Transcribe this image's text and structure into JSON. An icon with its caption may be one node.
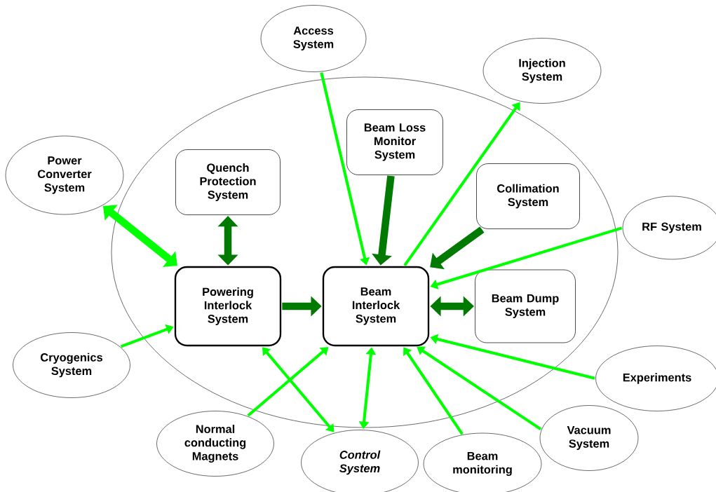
{
  "diagram": {
    "nodes": [
      {
        "text": [],
        "shape": "circle"
      },
      {
        "text": [
          "Access System"
        ]
      },
      {
        "text": [
          "Injection System"
        ]
      },
      {
        "text": [
          "Beam Loss Monitor System"
        ],
        "in": 0
      },
      {
        "text": [
          "Power Converter System"
        ]
      },
      {
        "text": [
          "Quench Protection System"
        ],
        "in": 0
      },
      {
        "text": [
          "Collimation System"
        ],
        "in": 0
      },
      {
        "text": [
          "RF System"
        ]
      },
      {
        "text": [
          "Powering Interlock System"
        ],
        "in": 0
      },
      {
        "text": [
          "Beam Interlock System"
        ],
        "in": 0
      },
      {
        "text": [
          "Beam Dump System"
        ],
        "in": 0
      },
      {
        "text": [
          "Cryogenics System"
        ]
      },
      {
        "text": [
          "Experiments"
        ]
      },
      {
        "text": [
          "Normal conducting Magnets"
        ]
      },
      {
        "text": [
          "Control System"
        ]
      },
      {
        "text": [
          "Vacuum System"
        ]
      },
      {
        "text": [
          "Beam monitoring"
        ]
      }
    ],
    "edges": [
      {
        "from": 4,
        "to": 8,
        "arrow": "both",
        "style": "thick"
      },
      {
        "from": 5,
        "to": 8,
        "arrow": "both",
        "style": "thick",
        "color": "#007a00"
      },
      {
        "from": 8,
        "to": 9,
        "arrow": "to",
        "style": "thick",
        "color": "#007a00"
      },
      {
        "from": 1,
        "to": 9,
        "arrow": "to"
      },
      {
        "from": 3,
        "to": 9,
        "arrow": "to",
        "style": "thick",
        "color": "#007a00"
      },
      {
        "from": 9,
        "to": 2,
        "arrow": "to"
      },
      {
        "from": 6,
        "to": 9,
        "arrow": "to",
        "style": "thick",
        "color": "#007a00"
      },
      {
        "from": 7,
        "to": 9,
        "arrow": "to"
      },
      {
        "from": 9,
        "to": 10,
        "arrow": "both",
        "style": "thick",
        "color": "#007a00"
      },
      {
        "from": 12,
        "to": 9,
        "arrow": "to"
      },
      {
        "from": 15,
        "to": 9,
        "arrow": "to"
      },
      {
        "from": 16,
        "to": 9,
        "arrow": "to"
      },
      {
        "from": 14,
        "to": 9,
        "arrow": "both"
      },
      {
        "from": 13,
        "to": 9,
        "arrow": "to"
      },
      {
        "from": 8,
        "to": 14,
        "arrow": "both"
      },
      {
        "from": 11,
        "to": 8,
        "arrow": "to"
      }
    ]
  }
}
